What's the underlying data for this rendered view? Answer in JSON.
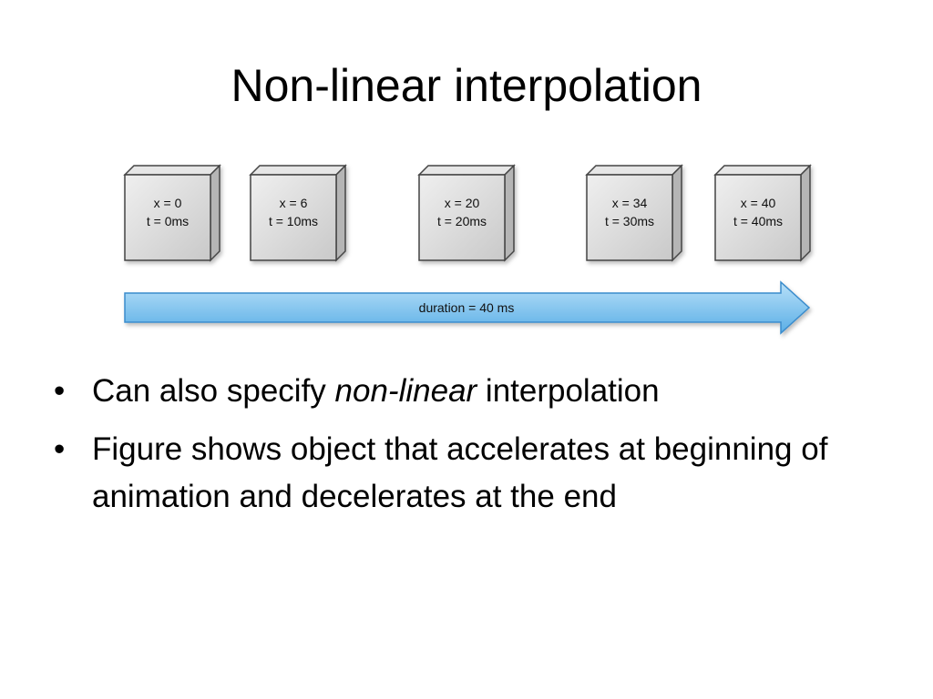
{
  "slide": {
    "title": "Non-linear interpolation",
    "bullets": [
      {
        "parts": [
          "Can also specify ",
          "non-linear",
          " interpolation"
        ]
      },
      {
        "text": "Figure shows object that accelerates at beginning of animation and decelerates at the end"
      }
    ]
  },
  "diagram": {
    "keyframes": [
      {
        "x_label": "x = 0",
        "t_label": "t = 0ms"
      },
      {
        "x_label": "x = 6",
        "t_label": "t = 10ms"
      },
      {
        "x_label": "x = 20",
        "t_label": "t = 20ms"
      },
      {
        "x_label": "x = 34",
        "t_label": "t = 30ms"
      },
      {
        "x_label": "x = 40",
        "t_label": "t = 40ms"
      }
    ],
    "arrow_label": "duration = 40 ms",
    "colors": {
      "arrow_fill_top": "#a9d8f5",
      "arrow_fill_bottom": "#5fb3ea",
      "arrow_stroke": "#3a8ccc",
      "box_face": "#d9d9d9",
      "box_side": "#bdbdbd",
      "box_stroke": "#444444"
    }
  }
}
